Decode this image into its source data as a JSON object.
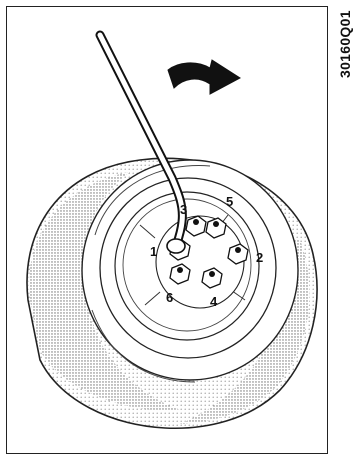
{
  "figure_code": "30160Q01",
  "nut_labels": {
    "n1": "1",
    "n2": "2",
    "n3": "3",
    "n4": "4",
    "n5": "5",
    "n6": "6"
  },
  "icons": {
    "rotation_arrow": "curved-arrow-right",
    "tool": "lug-wrench"
  },
  "colors": {
    "ink": "#111111",
    "stipple": "#777777",
    "paper": "#ffffff"
  }
}
